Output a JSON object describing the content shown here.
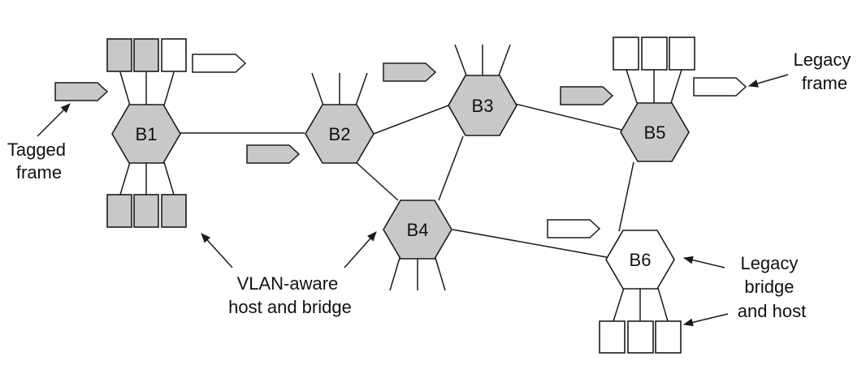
{
  "colors": {
    "tagged": "#c8c8c8",
    "legacy": "#ffffff",
    "stroke": "#1a1a1a"
  },
  "nodes": [
    {
      "id": "B1",
      "label": "B1",
      "kind": "tagged"
    },
    {
      "id": "B2",
      "label": "B2",
      "kind": "tagged"
    },
    {
      "id": "B3",
      "label": "B3",
      "kind": "tagged"
    },
    {
      "id": "B4",
      "label": "B4",
      "kind": "tagged"
    },
    {
      "id": "B5",
      "label": "B5",
      "kind": "tagged"
    },
    {
      "id": "B6",
      "label": "B6",
      "kind": "legacy"
    }
  ],
  "links": [
    [
      "B1",
      "B2"
    ],
    [
      "B2",
      "B3"
    ],
    [
      "B2",
      "B4"
    ],
    [
      "B3",
      "B4"
    ],
    [
      "B3",
      "B5"
    ],
    [
      "B4",
      "B6"
    ],
    [
      "B5",
      "B6"
    ]
  ],
  "labels": {
    "tagged_frame": [
      "Tagged",
      "frame"
    ],
    "legacy_frame": [
      "Legacy",
      "frame"
    ],
    "vlan_aware": [
      "VLAN-aware",
      "host and bridge"
    ],
    "legacy_bridge": [
      "Legacy",
      "bridge",
      "and host"
    ]
  }
}
